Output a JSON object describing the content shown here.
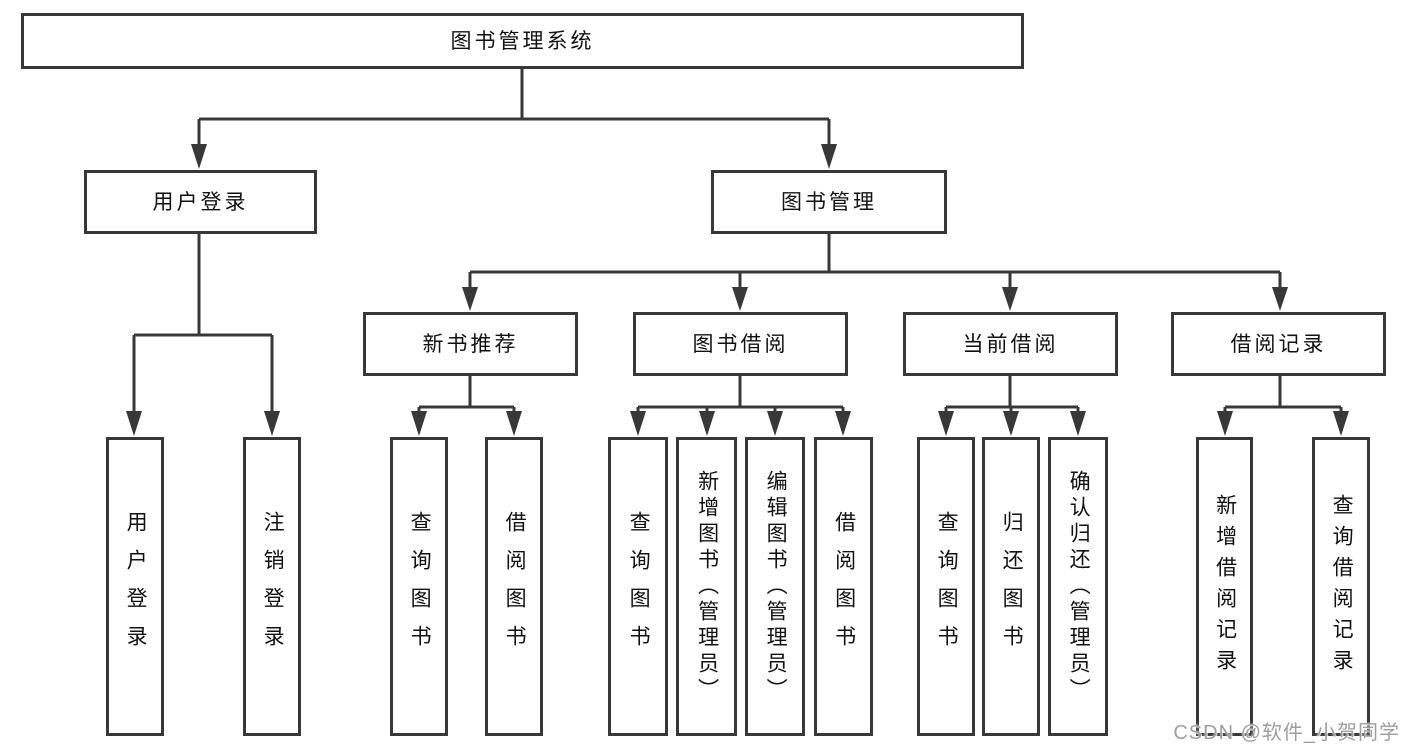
{
  "diagram": {
    "type": "hierarchy-tree",
    "root": {
      "label": "图书管理系统"
    },
    "branches": [
      {
        "label": "用户登录",
        "children": [
          {
            "label": "用户登录"
          },
          {
            "label": "注销登录"
          }
        ]
      },
      {
        "label": "图书管理",
        "children": [
          {
            "label": "新书推荐",
            "children": [
              {
                "label": "查询图书"
              },
              {
                "label": "借阅图书"
              }
            ]
          },
          {
            "label": "图书借阅",
            "children": [
              {
                "label": "查询图书"
              },
              {
                "label": "新增图书（管理员）"
              },
              {
                "label": "编辑图书（管理员）"
              },
              {
                "label": "借阅图书"
              }
            ]
          },
          {
            "label": "当前借阅",
            "children": [
              {
                "label": "查询图书"
              },
              {
                "label": "归还图书"
              },
              {
                "label": "确认归还（管理员）"
              }
            ]
          },
          {
            "label": "借阅记录",
            "children": [
              {
                "label": "新增借阅记录"
              },
              {
                "label": "查询借阅记录"
              }
            ]
          }
        ]
      }
    ],
    "colors": {
      "line": "#383838",
      "box_border": "#383838",
      "box_fill": "#ffffff",
      "text": "#111111",
      "watermark": "#9e9e9e"
    }
  },
  "watermark": {
    "text": "CSDN @软件_小贺同学"
  }
}
